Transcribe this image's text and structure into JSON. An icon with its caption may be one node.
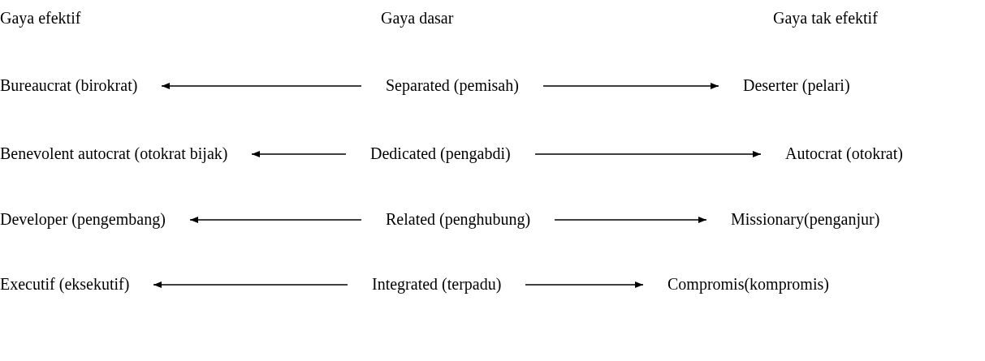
{
  "diagram": {
    "nodes": [
      {
        "text": [
          "Bureaucrat (birokrat)"
        ]
      },
      {
        "text": [
          "Separated (pemisah)"
        ]
      },
      {
        "text": [
          "Deserter (pelari)"
        ]
      },
      {
        "text": [
          "Benevolent autocrat (otokrat bijak)"
        ]
      },
      {
        "text": [
          "Dedicated (pengabdi)"
        ]
      },
      {
        "text": [
          "Autocrat (otokrat)"
        ]
      },
      {
        "text": [
          "Developer (pengembang)"
        ]
      },
      {
        "text": [
          "Related (penghubung)"
        ]
      },
      {
        "text": [
          "Missionary(penganjur)"
        ]
      },
      {
        "text": [
          "Executif (eksekutif)"
        ]
      },
      {
        "text": [
          "Integrated (terpadu)"
        ]
      },
      {
        "text": [
          "Compromis(kompromis)"
        ]
      }
    ],
    "edges": [
      {
        "from": 1,
        "to": 0,
        "arrow": "to"
      },
      {
        "from": 1,
        "to": 2,
        "arrow": "to"
      },
      {
        "from": 4,
        "to": 3,
        "arrow": "to"
      },
      {
        "from": 4,
        "to": 5,
        "arrow": "to"
      },
      {
        "from": 7,
        "to": 6,
        "arrow": "to"
      },
      {
        "from": 7,
        "to": 8,
        "arrow": "to"
      },
      {
        "from": 10,
        "to": 9,
        "arrow": "to"
      },
      {
        "from": 10,
        "to": 11,
        "arrow": "to"
      }
    ],
    "labels": [
      "Gaya efektif",
      "Gaya dasar",
      "Gaya tak efektif"
    ]
  }
}
